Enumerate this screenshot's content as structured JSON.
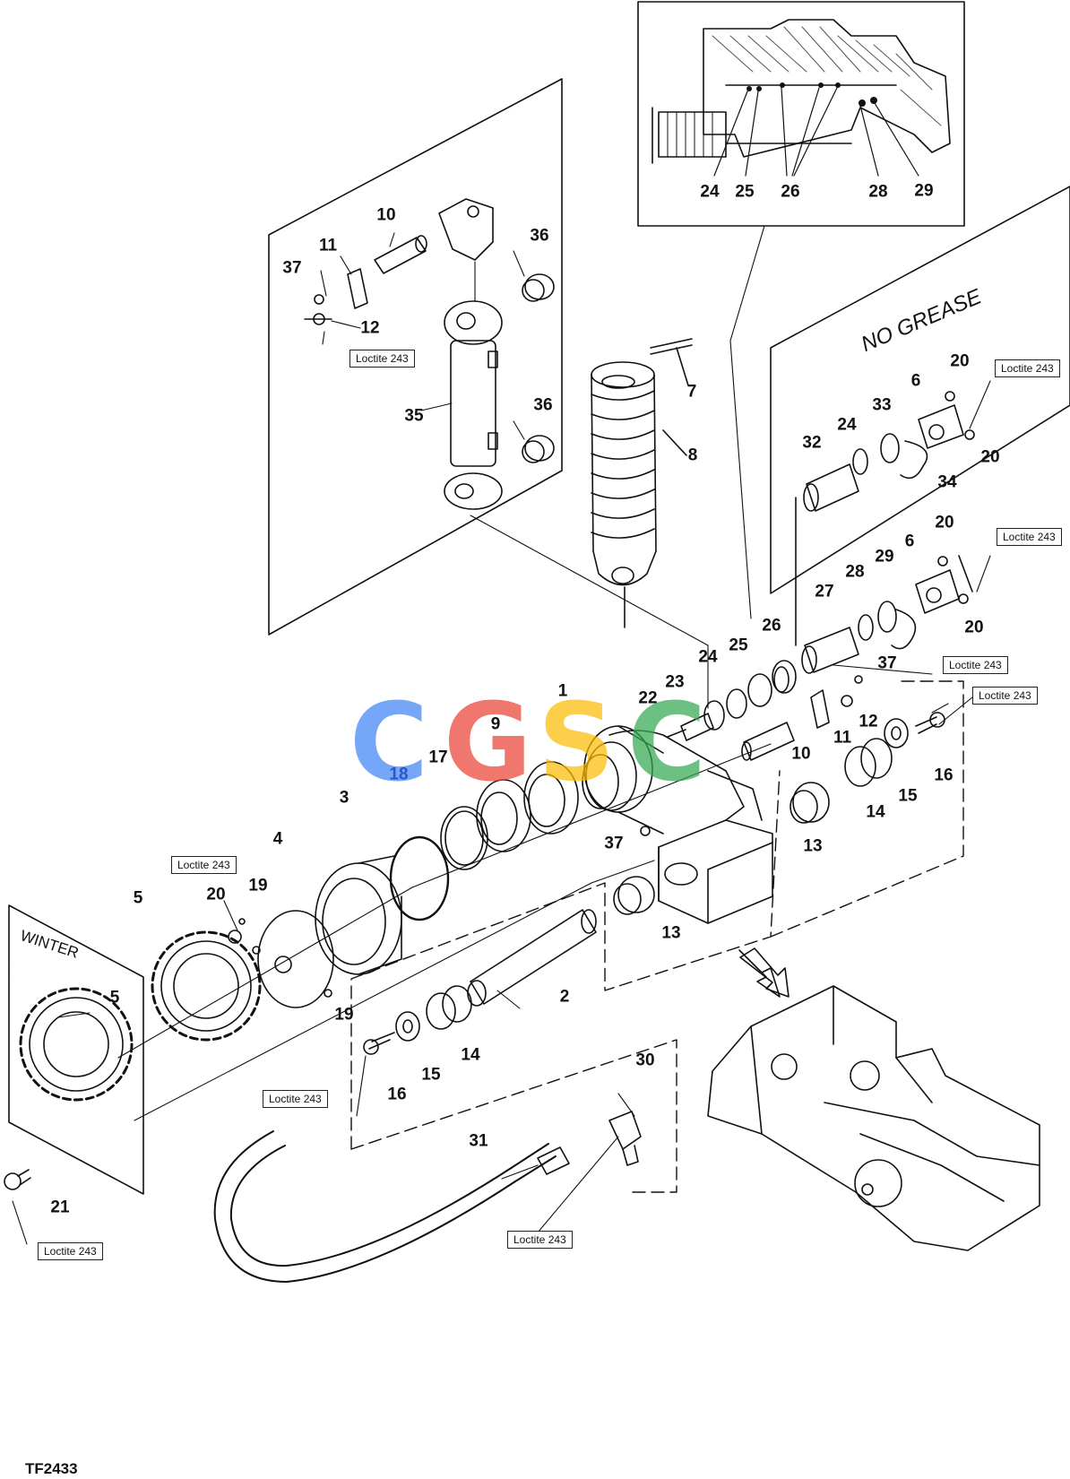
{
  "figure_id": "TF2433",
  "watermark": {
    "letters": [
      "C",
      "G",
      "S",
      "C"
    ],
    "colors": [
      "#4285f4",
      "#ea4335",
      "#fbbc05",
      "#34a853"
    ]
  },
  "boxes": {
    "no_grease": "NO GREASE",
    "winter": "WINTER"
  },
  "callouts": {
    "loctite_label": "Loctite 243"
  },
  "part_numbers": {
    "p1": "1",
    "p2": "2",
    "p3": "3",
    "p4": "4",
    "p5": "5",
    "p6": "6",
    "p7": "7",
    "p8": "8",
    "p9": "9",
    "p10": "10",
    "p11": "11",
    "p12": "12",
    "p13": "13",
    "p14": "14",
    "p15": "15",
    "p16": "16",
    "p17": "17",
    "p18": "18",
    "p19": "19",
    "p20": "20",
    "p21": "21",
    "p22": "22",
    "p23": "23",
    "p24": "24",
    "p25": "25",
    "p26": "26",
    "p27": "27",
    "p28": "28",
    "p29": "29",
    "p30": "30",
    "p31": "31",
    "p32": "32",
    "p33": "33",
    "p34": "34",
    "p35": "35",
    "p36": "36",
    "p37": "37"
  }
}
